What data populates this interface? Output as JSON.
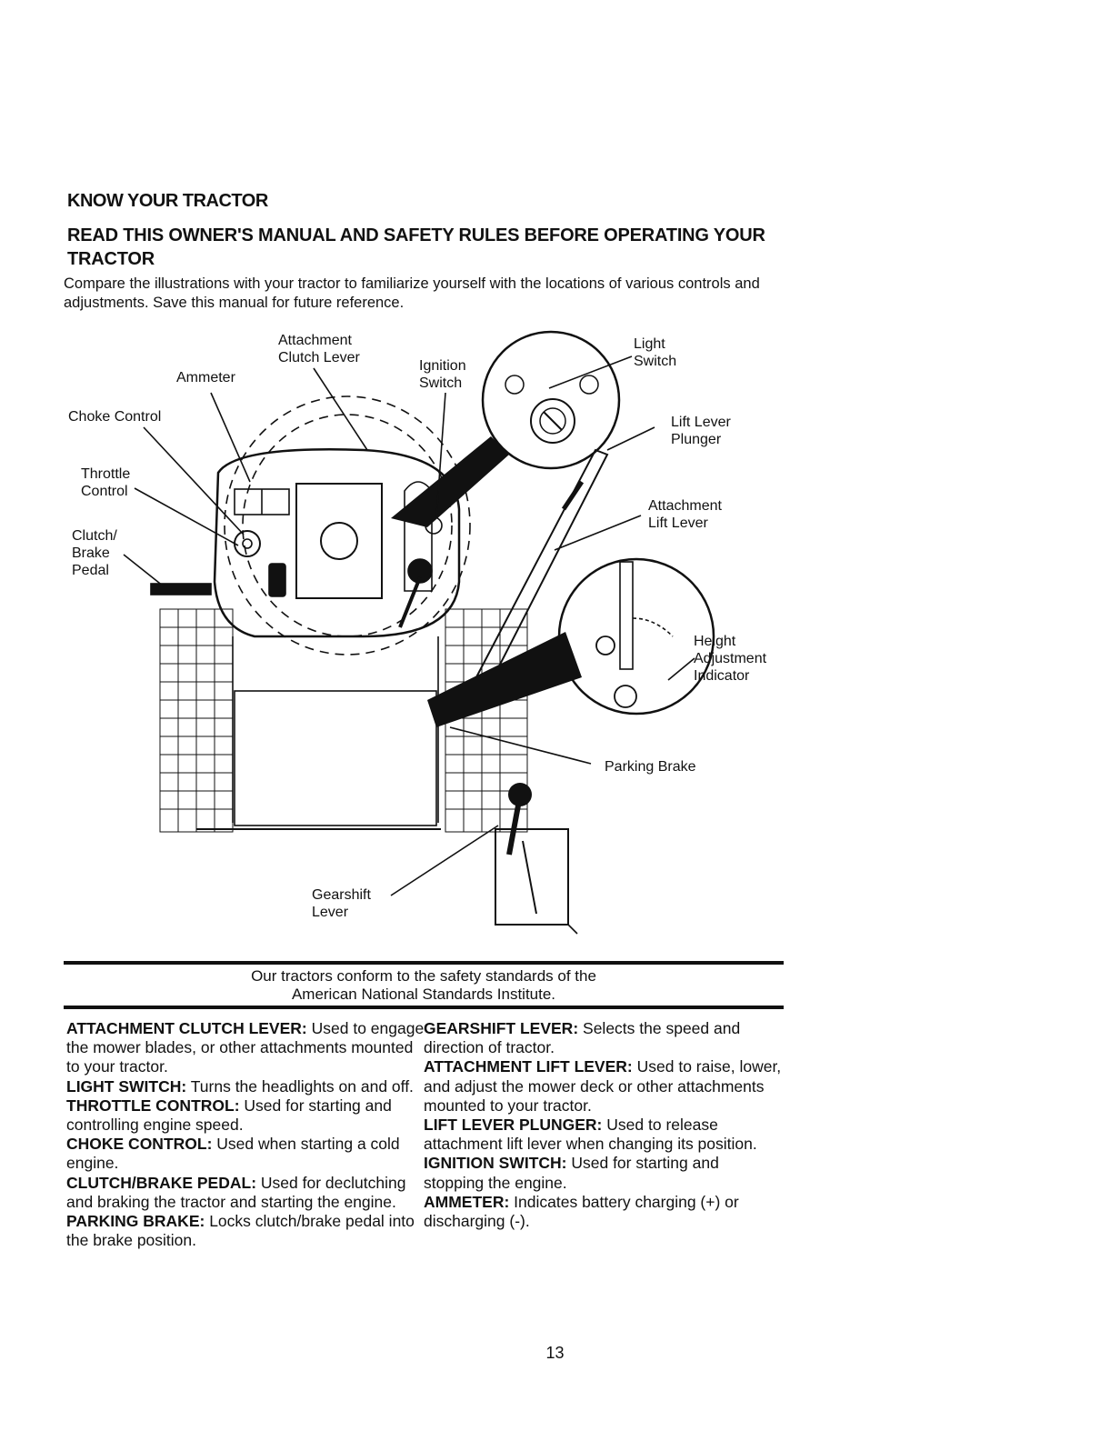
{
  "header": {
    "section_title": "KNOW YOUR TRACTOR",
    "warning_title": "READ THIS OWNER'S MANUAL AND SAFETY RULES BEFORE OPERATING YOUR TRACTOR",
    "intro": "Compare the illustrations with your tractor to familiarize yourself with the locations of various controls and adjustments. Save this manual for future reference."
  },
  "diagram": {
    "labels": {
      "attachment_clutch_lever": "Attachment\nClutch Lever",
      "ammeter": "Ammeter",
      "ignition_switch": "Ignition\nSwitch",
      "light_switch": "Light\nSwitch",
      "choke_control": "Choke Control",
      "lift_lever_plunger": "Lift Lever\nPlunger",
      "throttle_control": "Throttle\nControl",
      "attachment_lift_lever": "Attachment\nLift Lever",
      "clutch_brake_pedal": "Clutch/\nBrake\nPedal",
      "height_adjustment_indicator": "Height\nAdjustment\nIndicator",
      "parking_brake": "Parking Brake",
      "gearshift_lever": "Gearshift\nLever"
    }
  },
  "standards_note": "Our tractors conform to the safety standards of the\nAmerican National Standards Institute.",
  "definitions_left": [
    {
      "term": "ATTACHMENT CLUTCH LEVER:",
      "text": "Used to engage the mower blades, or other attachments mounted to your tractor."
    },
    {
      "term": "LIGHT SWITCH:",
      "text": "Turns the headlights on and off."
    },
    {
      "term": "THROTTLE CONTROL:",
      "text": "Used for starting and controlling engine speed."
    },
    {
      "term": "CHOKE CONTROL:",
      "text": "Used when starting a cold engine."
    },
    {
      "term": "CLUTCH/BRAKE PEDAL:",
      "text": "Used for declutching and braking the tractor and starting the engine."
    },
    {
      "term": "PARKING BRAKE:",
      "text": "Locks clutch/brake pedal into the brake position."
    }
  ],
  "definitions_right": [
    {
      "term": "GEARSHIFT LEVER:",
      "text": "Selects the speed and direction of tractor."
    },
    {
      "term": "ATTACHMENT LIFT LEVER:",
      "text": "Used to raise, lower, and adjust the mower deck or other attachments mounted to your tractor."
    },
    {
      "term": "LIFT LEVER PLUNGER:",
      "text": "Used to release attachment lift lever when changing its position."
    },
    {
      "term": "IGNITION SWITCH:",
      "text": "Used for starting and stopping the engine."
    },
    {
      "term": "AMMETER:",
      "text": "Indicates battery charging (+) or discharging (-)."
    }
  ],
  "page_number": "13"
}
